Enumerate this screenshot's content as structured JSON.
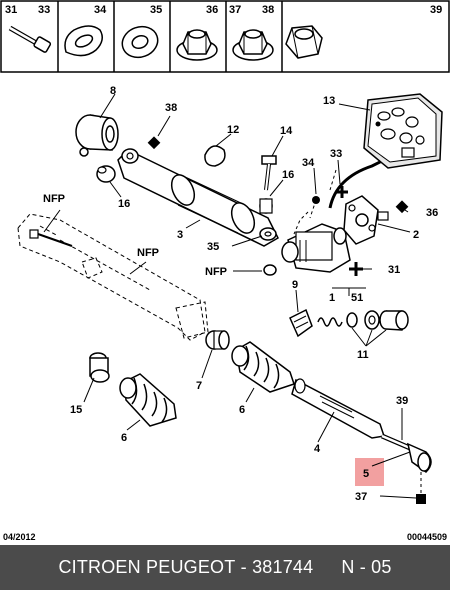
{
  "hardware_row": [
    {
      "ids": [
        "31",
        "33"
      ]
    },
    {
      "ids": [
        "34"
      ]
    },
    {
      "ids": [
        "35"
      ]
    },
    {
      "ids": [
        "36"
      ]
    },
    {
      "ids": [
        "37",
        "38"
      ]
    },
    {
      "ids": [
        "39"
      ]
    }
  ],
  "callouts": {
    "c8": "8",
    "c38": "38",
    "c12": "12",
    "c14": "14",
    "c13": "13",
    "c16a": "16",
    "c16b": "16",
    "c34": "34",
    "c33": "33",
    "c36": "36",
    "c3": "3",
    "c2": "2",
    "c35": "35",
    "c31": "31",
    "nfp1": "NFP",
    "nfp2": "NFP",
    "nfp3": "NFP",
    "c9": "9",
    "c1": "1",
    "c51": "51",
    "c11": "11",
    "c7": "7",
    "c15": "15",
    "c6a": "6",
    "c6b": "6",
    "c4": "4",
    "c39": "39",
    "c5": "5",
    "c37": "37"
  },
  "footer": {
    "date": "04/2012",
    "code": "00044509",
    "brand": "CITROEN PEUGEOT",
    "separator": " - ",
    "part_number": "381744",
    "page": "N - 05"
  },
  "colors": {
    "highlight": "#f2a0a0",
    "footer_bg": "#4b4b4b"
  }
}
